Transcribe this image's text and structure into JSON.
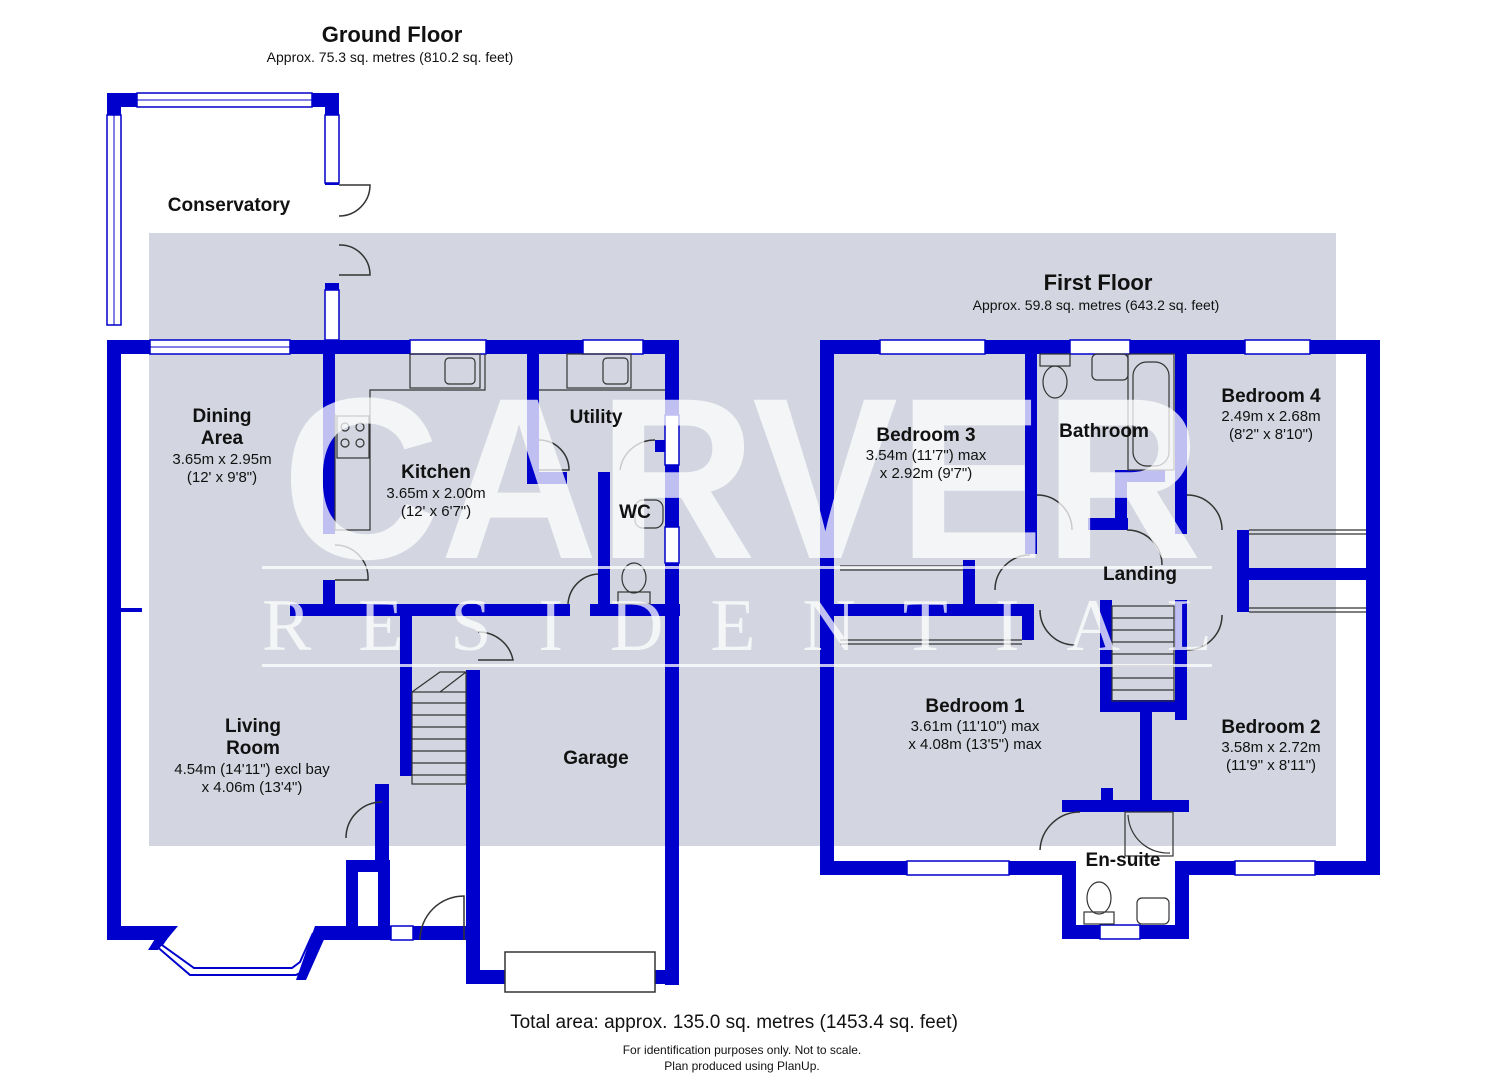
{
  "ground_floor": {
    "title": "Ground Floor",
    "area": "Approx. 75.3 sq. metres (810.2 sq. feet)",
    "rooms": [
      {
        "name": "Conservatory",
        "dims": []
      },
      {
        "name": "Dining\nArea",
        "dims": [
          "3.65m x 2.95m",
          "(12' x 9'8\")"
        ]
      },
      {
        "name": "Kitchen",
        "dims": [
          "3.65m x 2.00m",
          "(12' x 6'7\")"
        ]
      },
      {
        "name": "Utility",
        "dims": []
      },
      {
        "name": "WC",
        "dims": []
      },
      {
        "name": "Living\nRoom",
        "dims": [
          "4.54m (14'11\") excl bay",
          "x 4.06m (13'4\")"
        ]
      },
      {
        "name": "Garage",
        "dims": []
      }
    ]
  },
  "first_floor": {
    "title": "First Floor",
    "area": "Approx. 59.8 sq. metres (643.2 sq. feet)",
    "rooms": [
      {
        "name": "Bedroom 3",
        "dims": [
          "3.54m (11'7\") max",
          "x 2.92m (9'7\")"
        ]
      },
      {
        "name": "Bathroom",
        "dims": []
      },
      {
        "name": "Bedroom 4",
        "dims": [
          "2.49m x 2.68m",
          "(8'2\" x 8'10\")"
        ]
      },
      {
        "name": "Landing",
        "dims": []
      },
      {
        "name": "Bedroom 1",
        "dims": [
          "3.61m (11'10\") max",
          "x 4.08m (13'5\") max"
        ]
      },
      {
        "name": "Bedroom 2",
        "dims": [
          "3.58m x 2.72m",
          "(11'9\" x 8'11\")"
        ]
      },
      {
        "name": "En-suite",
        "dims": []
      }
    ]
  },
  "watermark": {
    "line1": "CARVER",
    "line2": "RESIDENTIAL"
  },
  "footer": {
    "total": "Total area: approx. 135.0 sq. metres (1453.4 sq. feet)",
    "note1": "For identification purposes only. Not to scale.",
    "note2": "Plan produced using PlanUp."
  },
  "colors": {
    "wall": "#0000cc",
    "watermark_bg": "#d3d6e0",
    "window": "#ffffff"
  }
}
